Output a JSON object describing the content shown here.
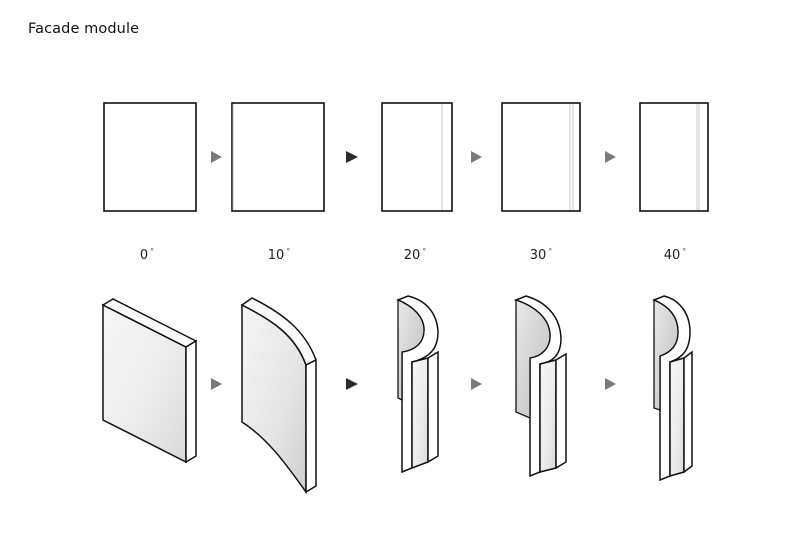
{
  "title": "Facade module",
  "stages": [
    {
      "angle": "0",
      "degree_symbol": "°"
    },
    {
      "angle": "10",
      "degree_symbol": "°"
    },
    {
      "angle": "20",
      "degree_symbol": "°"
    },
    {
      "angle": "30",
      "degree_symbol": "°"
    },
    {
      "angle": "40",
      "degree_symbol": "°"
    }
  ],
  "colors": {
    "stroke": "#111111",
    "inner_line": "#bdbdbd",
    "arrow_grey": "#7a7a7a",
    "arrow_dark": "#2a2a2a",
    "panel_fill": "#f4f4f4",
    "panel_shade": "#d6d6d6"
  }
}
